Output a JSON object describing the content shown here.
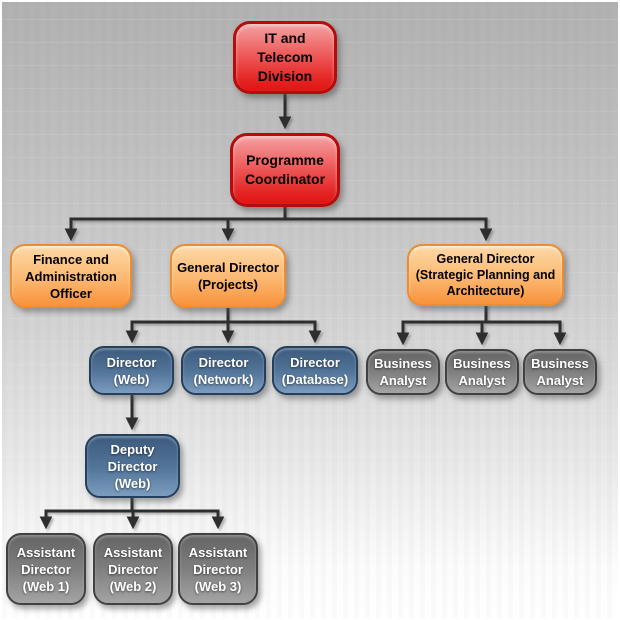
{
  "diagram_type": "org-chart",
  "colors": {
    "background_top": "#b1b1b1",
    "background_bottom": "#ffffff",
    "red_box_top": "#f4a2a2",
    "red_box_bottom": "#e01414",
    "red_box_border": "#b50d0d",
    "orange_box_top": "#fdd9a7",
    "orange_box_bottom": "#f8923c",
    "orange_box_border": "#ef8c2e",
    "blue_box_top": "#3b5a7d",
    "blue_box_bottom": "#7c9dbe",
    "blue_box_border": "#24405c",
    "gray_box_top": "#646464",
    "gray_box_bottom": "#a4a4a4",
    "gray_box_border": "#414141",
    "connector_line": "#2e2e2e",
    "text_dark": "#000000",
    "text_light": "#ffffff"
  },
  "nodes": [
    {
      "id": "it-telecom-division",
      "label": "IT and\nTelecom\nDivision",
      "type": "red"
    },
    {
      "id": "programme-coordinator",
      "label": "Programme\nCoordinator",
      "type": "red"
    },
    {
      "id": "finance-admin-officer",
      "label": "Finance and\nAdministration\nOfficer",
      "type": "orange"
    },
    {
      "id": "gd-projects",
      "label": "General Director\n(Projects)",
      "type": "orange"
    },
    {
      "id": "gd-strategic",
      "label": "General Director\n(Strategic Planning and\nArchitecture)",
      "type": "orange"
    },
    {
      "id": "director-web",
      "label": "Director\n(Web)",
      "type": "blue"
    },
    {
      "id": "director-network",
      "label": "Director\n(Network)",
      "type": "blue"
    },
    {
      "id": "director-database",
      "label": "Director\n(Database)",
      "type": "blue"
    },
    {
      "id": "business-analyst-1",
      "label": "Business\nAnalyst",
      "type": "gray"
    },
    {
      "id": "business-analyst-2",
      "label": "Business\nAnalyst",
      "type": "gray"
    },
    {
      "id": "business-analyst-3",
      "label": "Business\nAnalyst",
      "type": "gray"
    },
    {
      "id": "deputy-director-web",
      "label": "Deputy\nDirector\n(Web)",
      "type": "blue"
    },
    {
      "id": "assistant-director-web-1",
      "label": "Assistant\nDirector\n(Web 1)",
      "type": "gray"
    },
    {
      "id": "assistant-director-web-2",
      "label": "Assistant\nDirector\n(Web 2)",
      "type": "gray"
    },
    {
      "id": "assistant-director-web-3",
      "label": "Assistant\nDirector\n(Web 3)",
      "type": "gray"
    }
  ],
  "edges": [
    {
      "from": "it-telecom-division",
      "to": "programme-coordinator"
    },
    {
      "from": "programme-coordinator",
      "to": "finance-admin-officer"
    },
    {
      "from": "programme-coordinator",
      "to": "gd-projects"
    },
    {
      "from": "programme-coordinator",
      "to": "gd-strategic"
    },
    {
      "from": "gd-projects",
      "to": "director-web"
    },
    {
      "from": "gd-projects",
      "to": "director-network"
    },
    {
      "from": "gd-projects",
      "to": "director-database"
    },
    {
      "from": "gd-strategic",
      "to": "business-analyst-1"
    },
    {
      "from": "gd-strategic",
      "to": "business-analyst-2"
    },
    {
      "from": "gd-strategic",
      "to": "business-analyst-3"
    },
    {
      "from": "director-web",
      "to": "deputy-director-web"
    },
    {
      "from": "deputy-director-web",
      "to": "assistant-director-web-1"
    },
    {
      "from": "deputy-director-web",
      "to": "assistant-director-web-2"
    },
    {
      "from": "deputy-director-web",
      "to": "assistant-director-web-3"
    }
  ]
}
